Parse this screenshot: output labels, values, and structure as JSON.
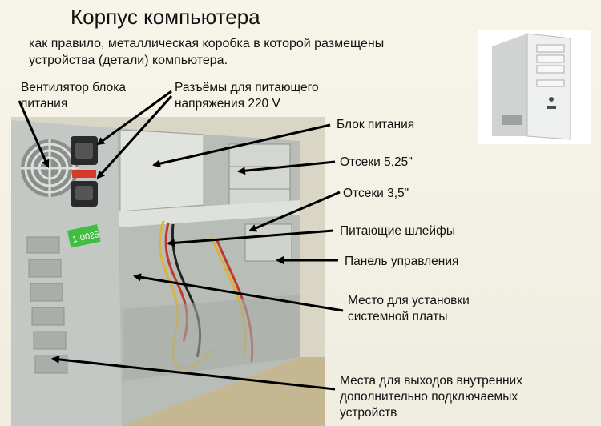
{
  "title": "Корпус компьютера",
  "subtitle": "как правило, металлическая коробка в которой размещены устройства (детали) компьютера.",
  "labels": {
    "fan": [
      "Вентилятор блока",
      "питания"
    ],
    "connectors": [
      "Разъёмы для питающего",
      "напряжения 220 V"
    ],
    "psu": "Блок питания",
    "bays525": "Отсеки 5,25\"",
    "bays35": "Отсеки 3,5\"",
    "cables": "Питающие шлейфы",
    "panel": "Панель управления",
    "mobo": [
      "Место для установки",
      "системной платы"
    ],
    "slots": [
      "Места для выходов внутренних",
      "дополнительно подключаемых",
      "устройств"
    ]
  },
  "photo_sticker": "1-0025",
  "colors": {
    "arrow": "#000000",
    "case_metal": "#c9ccc8",
    "sticker": "#3fbf3f"
  }
}
